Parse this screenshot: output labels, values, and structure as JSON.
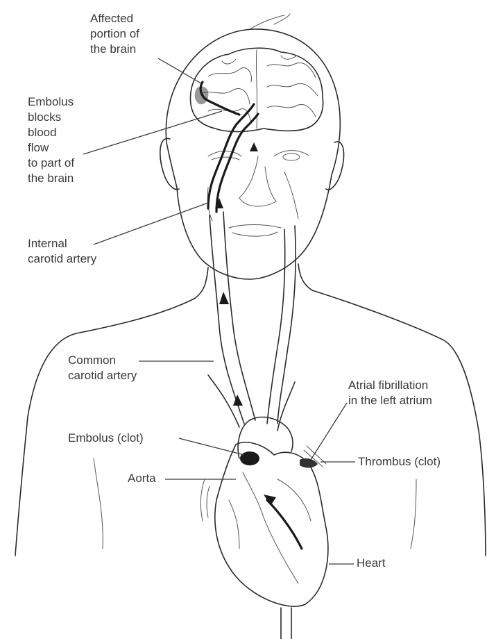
{
  "labels": {
    "affected_portion": [
      "Affected",
      "portion of",
      "the brain"
    ],
    "embolus_blocks": [
      "Embolus",
      "blocks",
      "blood",
      "flow",
      "to part of",
      "the brain"
    ],
    "internal_carotid": [
      "Internal",
      "carotid artery"
    ],
    "common_carotid": [
      "Common",
      "carotid artery"
    ],
    "atrial_fibrillation": [
      "Atrial fibrillation",
      "in the left atrium"
    ],
    "embolus_clot": "Embolus (clot)",
    "thrombus_clot": "Thrombus (clot)",
    "aorta": "Aorta",
    "heart": "Heart"
  }
}
